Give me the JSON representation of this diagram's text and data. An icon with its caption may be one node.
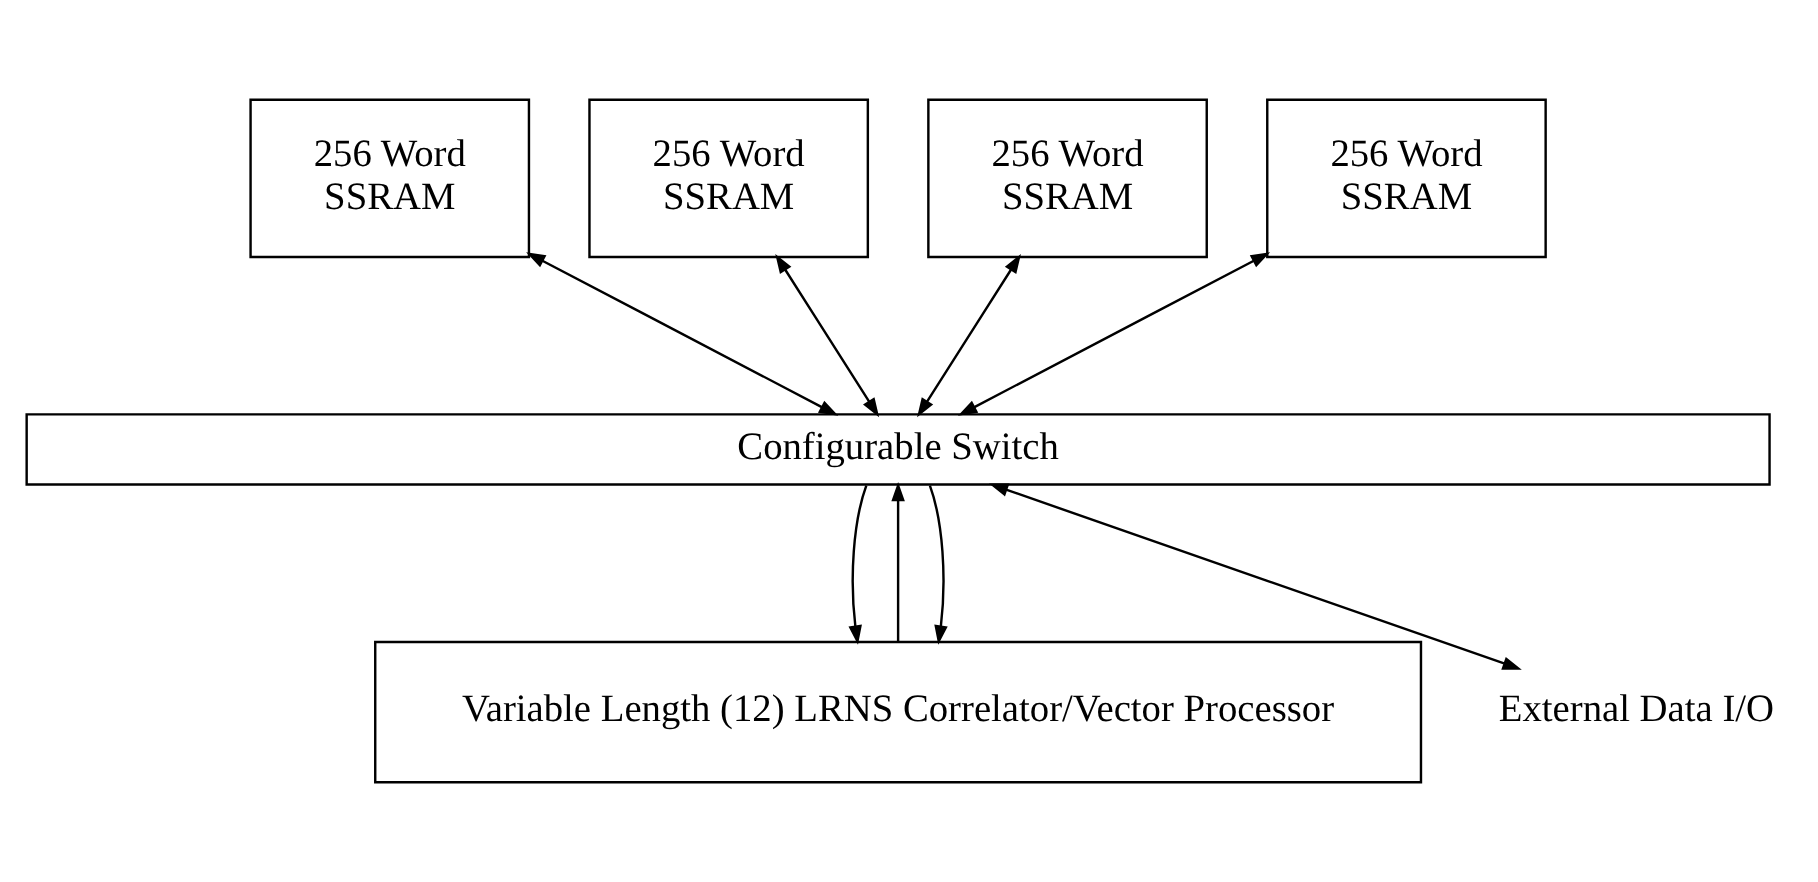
{
  "diagram": {
    "nodes": [
      {
        "text": [
          "256 Word SSRAM"
        ]
      },
      {
        "text": [
          "256 Word SSRAM"
        ]
      },
      {
        "text": [
          "256 Word SSRAM"
        ]
      },
      {
        "text": [
          "256 Word SSRAM"
        ]
      },
      {
        "text": [
          "Configurable Switch"
        ]
      },
      {
        "text": [
          "Variable Length (12) LRNS Correlator/Vector Processor"
        ]
      },
      {
        "text": [
          "External Data I/O"
        ]
      }
    ],
    "edges": [
      {
        "from": 0,
        "to": 4,
        "arrow": "both"
      },
      {
        "from": 1,
        "to": 4,
        "arrow": "both"
      },
      {
        "from": 2,
        "to": 4,
        "arrow": "both"
      },
      {
        "from": 3,
        "to": 4,
        "arrow": "both"
      },
      {
        "from": 4,
        "to": 5,
        "arrow": "to"
      },
      {
        "from": 5,
        "to": 4,
        "arrow": "to"
      },
      {
        "from": 4,
        "to": 5,
        "arrow": "to"
      },
      {
        "from": 4,
        "to": 6,
        "arrow": "both"
      }
    ]
  }
}
